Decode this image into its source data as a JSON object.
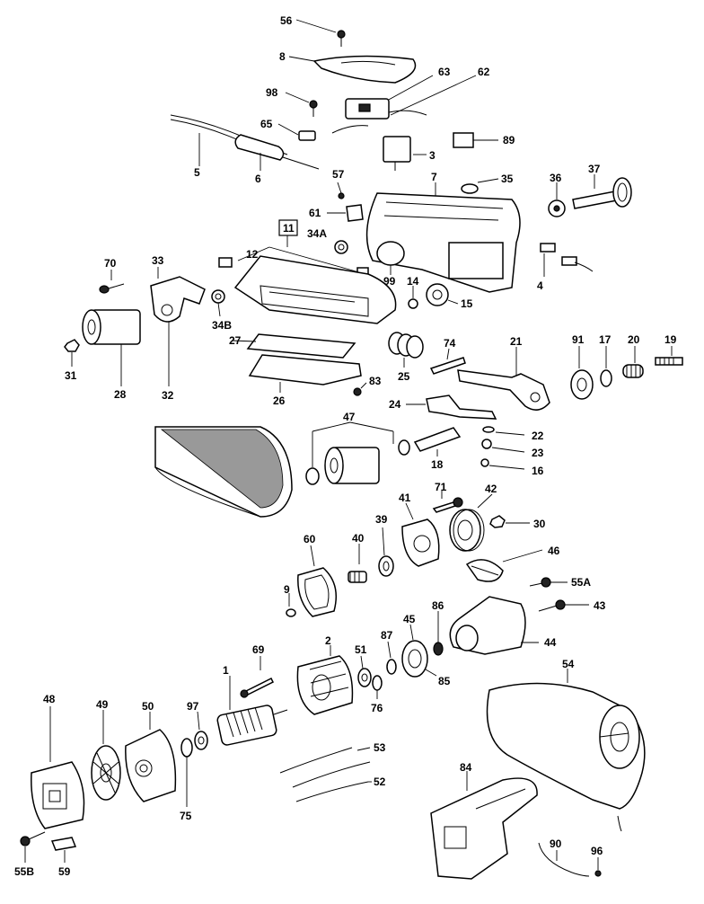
{
  "labels": {
    "p56": "56",
    "p8": "8",
    "p98": "98",
    "p63": "63",
    "p62": "62",
    "p65": "65",
    "p5": "5",
    "p6": "6",
    "p3": "3",
    "p89": "89",
    "p57": "57",
    "p35": "35",
    "p36": "36",
    "p37": "37",
    "p7": "7",
    "p61": "61",
    "p11": "11",
    "p12": "12",
    "p34A": "34A",
    "p99": "99",
    "p14": "14",
    "p15": "15",
    "p4": "4",
    "p70": "70",
    "p33": "33",
    "p34B": "34B",
    "p27": "27",
    "p26": "26",
    "p83": "83",
    "p25": "25",
    "p74": "74",
    "p21": "21",
    "p91": "91",
    "p17": "17",
    "p20": "20",
    "p19": "19",
    "p31": "31",
    "p28": "28",
    "p32": "32",
    "p24": "24",
    "p22": "22",
    "p23": "23",
    "p16": "16",
    "p18": "18",
    "p47": "47",
    "p71": "71",
    "p42": "42",
    "p41": "41",
    "p39": "39",
    "p30": "30",
    "p60": "60",
    "p40": "40",
    "p46": "46",
    "p9": "9",
    "p55A": "55A",
    "p86": "86",
    "p43": "43",
    "p45": "45",
    "p87": "87",
    "p69": "69",
    "p2": "2",
    "p51": "51",
    "p44": "44",
    "p1": "1",
    "p54": "54",
    "p76": "76",
    "p85": "85",
    "p48": "48",
    "p49": "49",
    "p50": "50",
    "p97": "97",
    "p53": "53",
    "p84": "84",
    "p52": "52",
    "p75": "75",
    "p90": "90",
    "p96": "96",
    "p55B": "55B",
    "p59": "59"
  }
}
